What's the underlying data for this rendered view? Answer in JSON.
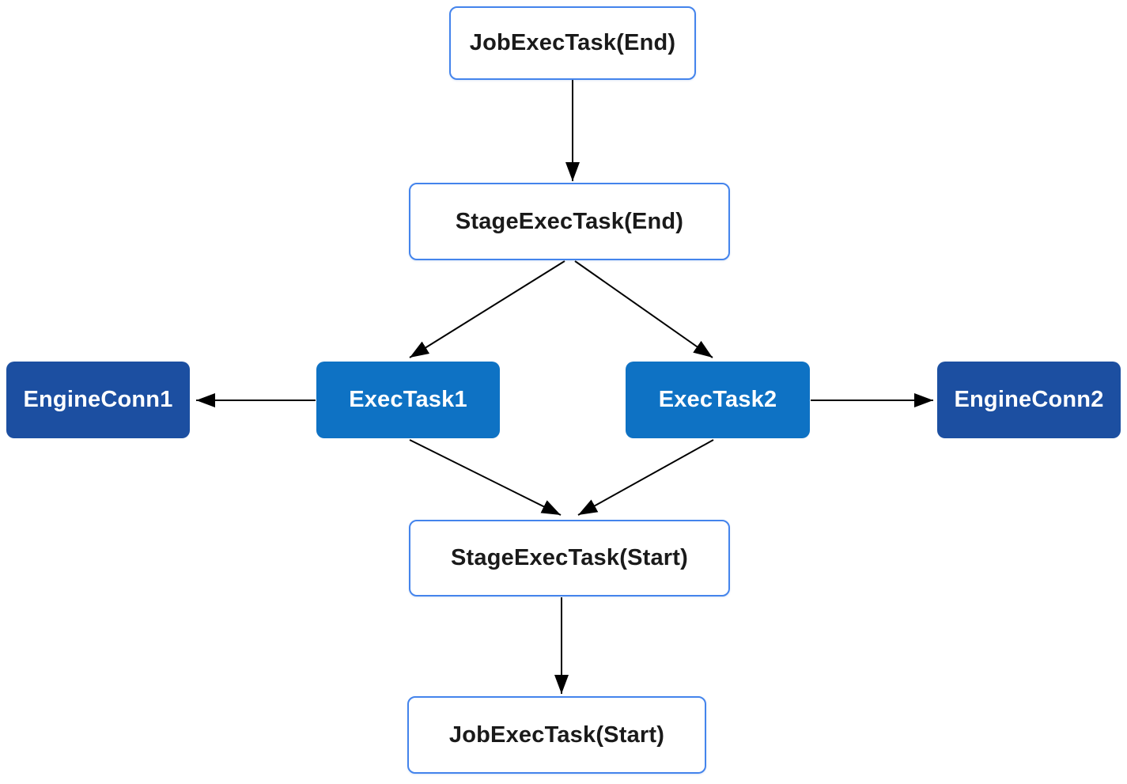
{
  "diagram": {
    "type": "flowchart",
    "nodes": {
      "job_end": {
        "label": "JobExecTask(End)",
        "style": "outline"
      },
      "stage_end": {
        "label": "StageExecTask(End)",
        "style": "outline"
      },
      "exec1": {
        "label": "ExecTask1",
        "style": "exec-filled"
      },
      "exec2": {
        "label": "ExecTask2",
        "style": "exec-filled"
      },
      "engine1": {
        "label": "EngineConn1",
        "style": "engine-filled"
      },
      "engine2": {
        "label": "EngineConn2",
        "style": "engine-filled"
      },
      "stage_start": {
        "label": "StageExecTask(Start)",
        "style": "outline"
      },
      "job_start": {
        "label": "JobExecTask(Start)",
        "style": "outline"
      }
    },
    "edges": [
      {
        "from": "JobExecTask(End)",
        "to": "StageExecTask(End)"
      },
      {
        "from": "StageExecTask(End)",
        "to": "ExecTask1"
      },
      {
        "from": "StageExecTask(End)",
        "to": "ExecTask2"
      },
      {
        "from": "ExecTask1",
        "to": "EngineConn1"
      },
      {
        "from": "ExecTask2",
        "to": "EngineConn2"
      },
      {
        "from": "ExecTask1",
        "to": "StageExecTask(Start)"
      },
      {
        "from": "ExecTask2",
        "to": "StageExecTask(Start)"
      },
      {
        "from": "StageExecTask(Start)",
        "to": "JobExecTask(Start)"
      }
    ],
    "colors": {
      "outline_node_border": "#4484ec",
      "outline_node_fill": "#ffffff",
      "outline_node_text": "#1a1a1a",
      "exec_node_fill": "#0e72c4",
      "engine_node_fill": "#1c4fa1",
      "filled_node_text": "#ffffff",
      "arrow": "#000000",
      "background": "#ffffff"
    }
  }
}
